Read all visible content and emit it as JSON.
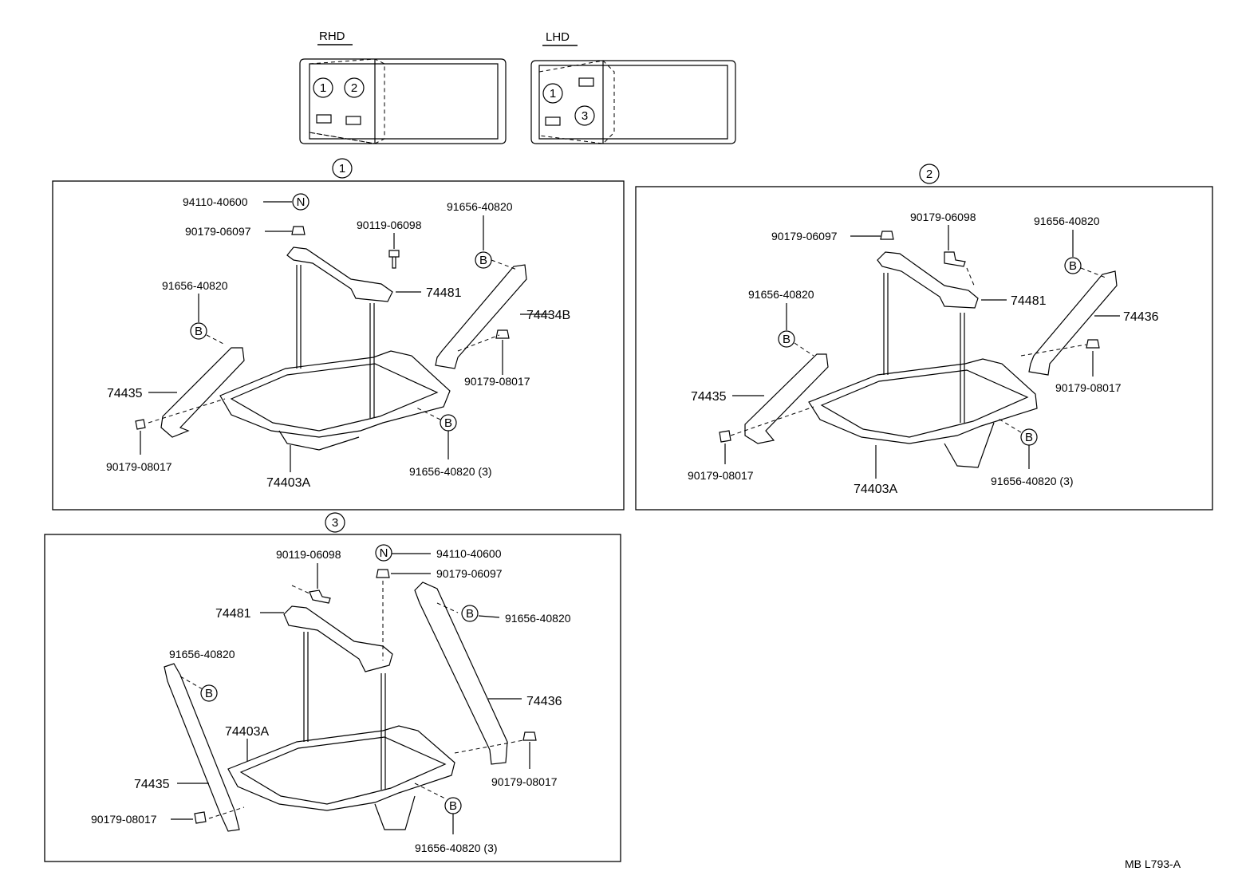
{
  "header": {
    "rhd_label": "RHD",
    "lhd_label": "LHD",
    "rhd_markers": [
      "1",
      "2"
    ],
    "lhd_markers": [
      "1",
      "3"
    ]
  },
  "symbols": {
    "nut_symbol": "N",
    "bolt_symbol": "B"
  },
  "panels": [
    {
      "marker": "1",
      "labels": {
        "p94110": "94110-40600",
        "p90179_06097": "90179-06097",
        "p90119": "90119-06098",
        "p91656_top": "91656-40820",
        "p74481": "74481",
        "p74434B": "74434B",
        "p91656_left": "91656-40820",
        "p90179_08017_right": "90179-08017",
        "p74435": "74435",
        "p90179_08017_left": "90179-08017",
        "p74403A": "74403A",
        "p91656_bottom": "91656-40820 (3)"
      }
    },
    {
      "marker": "2",
      "labels": {
        "p90179_06098": "90179-06098",
        "p91656_top": "91656-40820",
        "p90179_06097": "90179-06097",
        "p74481": "74481",
        "p91656_left": "91656-40820",
        "p74436": "74436",
        "p90179_08017_right": "90179-08017",
        "p74435": "74435",
        "p90179_08017_left": "90179-08017",
        "p74403A": "74403A",
        "p91656_bottom": "91656-40820 (3)"
      }
    },
    {
      "marker": "3",
      "labels": {
        "p90119": "90119-06098",
        "p94110": "94110-40600",
        "p90179_06097": "90179-06097",
        "p74481": "74481",
        "p91656_right": "91656-40820",
        "p91656_left": "91656-40820",
        "p74436": "74436",
        "p74403A": "74403A",
        "p74435": "74435",
        "p90179_08017_right": "90179-08017",
        "p90179_08017_left": "90179-08017",
        "p91656_bottom": "91656-40820 (3)"
      }
    }
  ],
  "footer": {
    "code": "MB  L793-A"
  }
}
